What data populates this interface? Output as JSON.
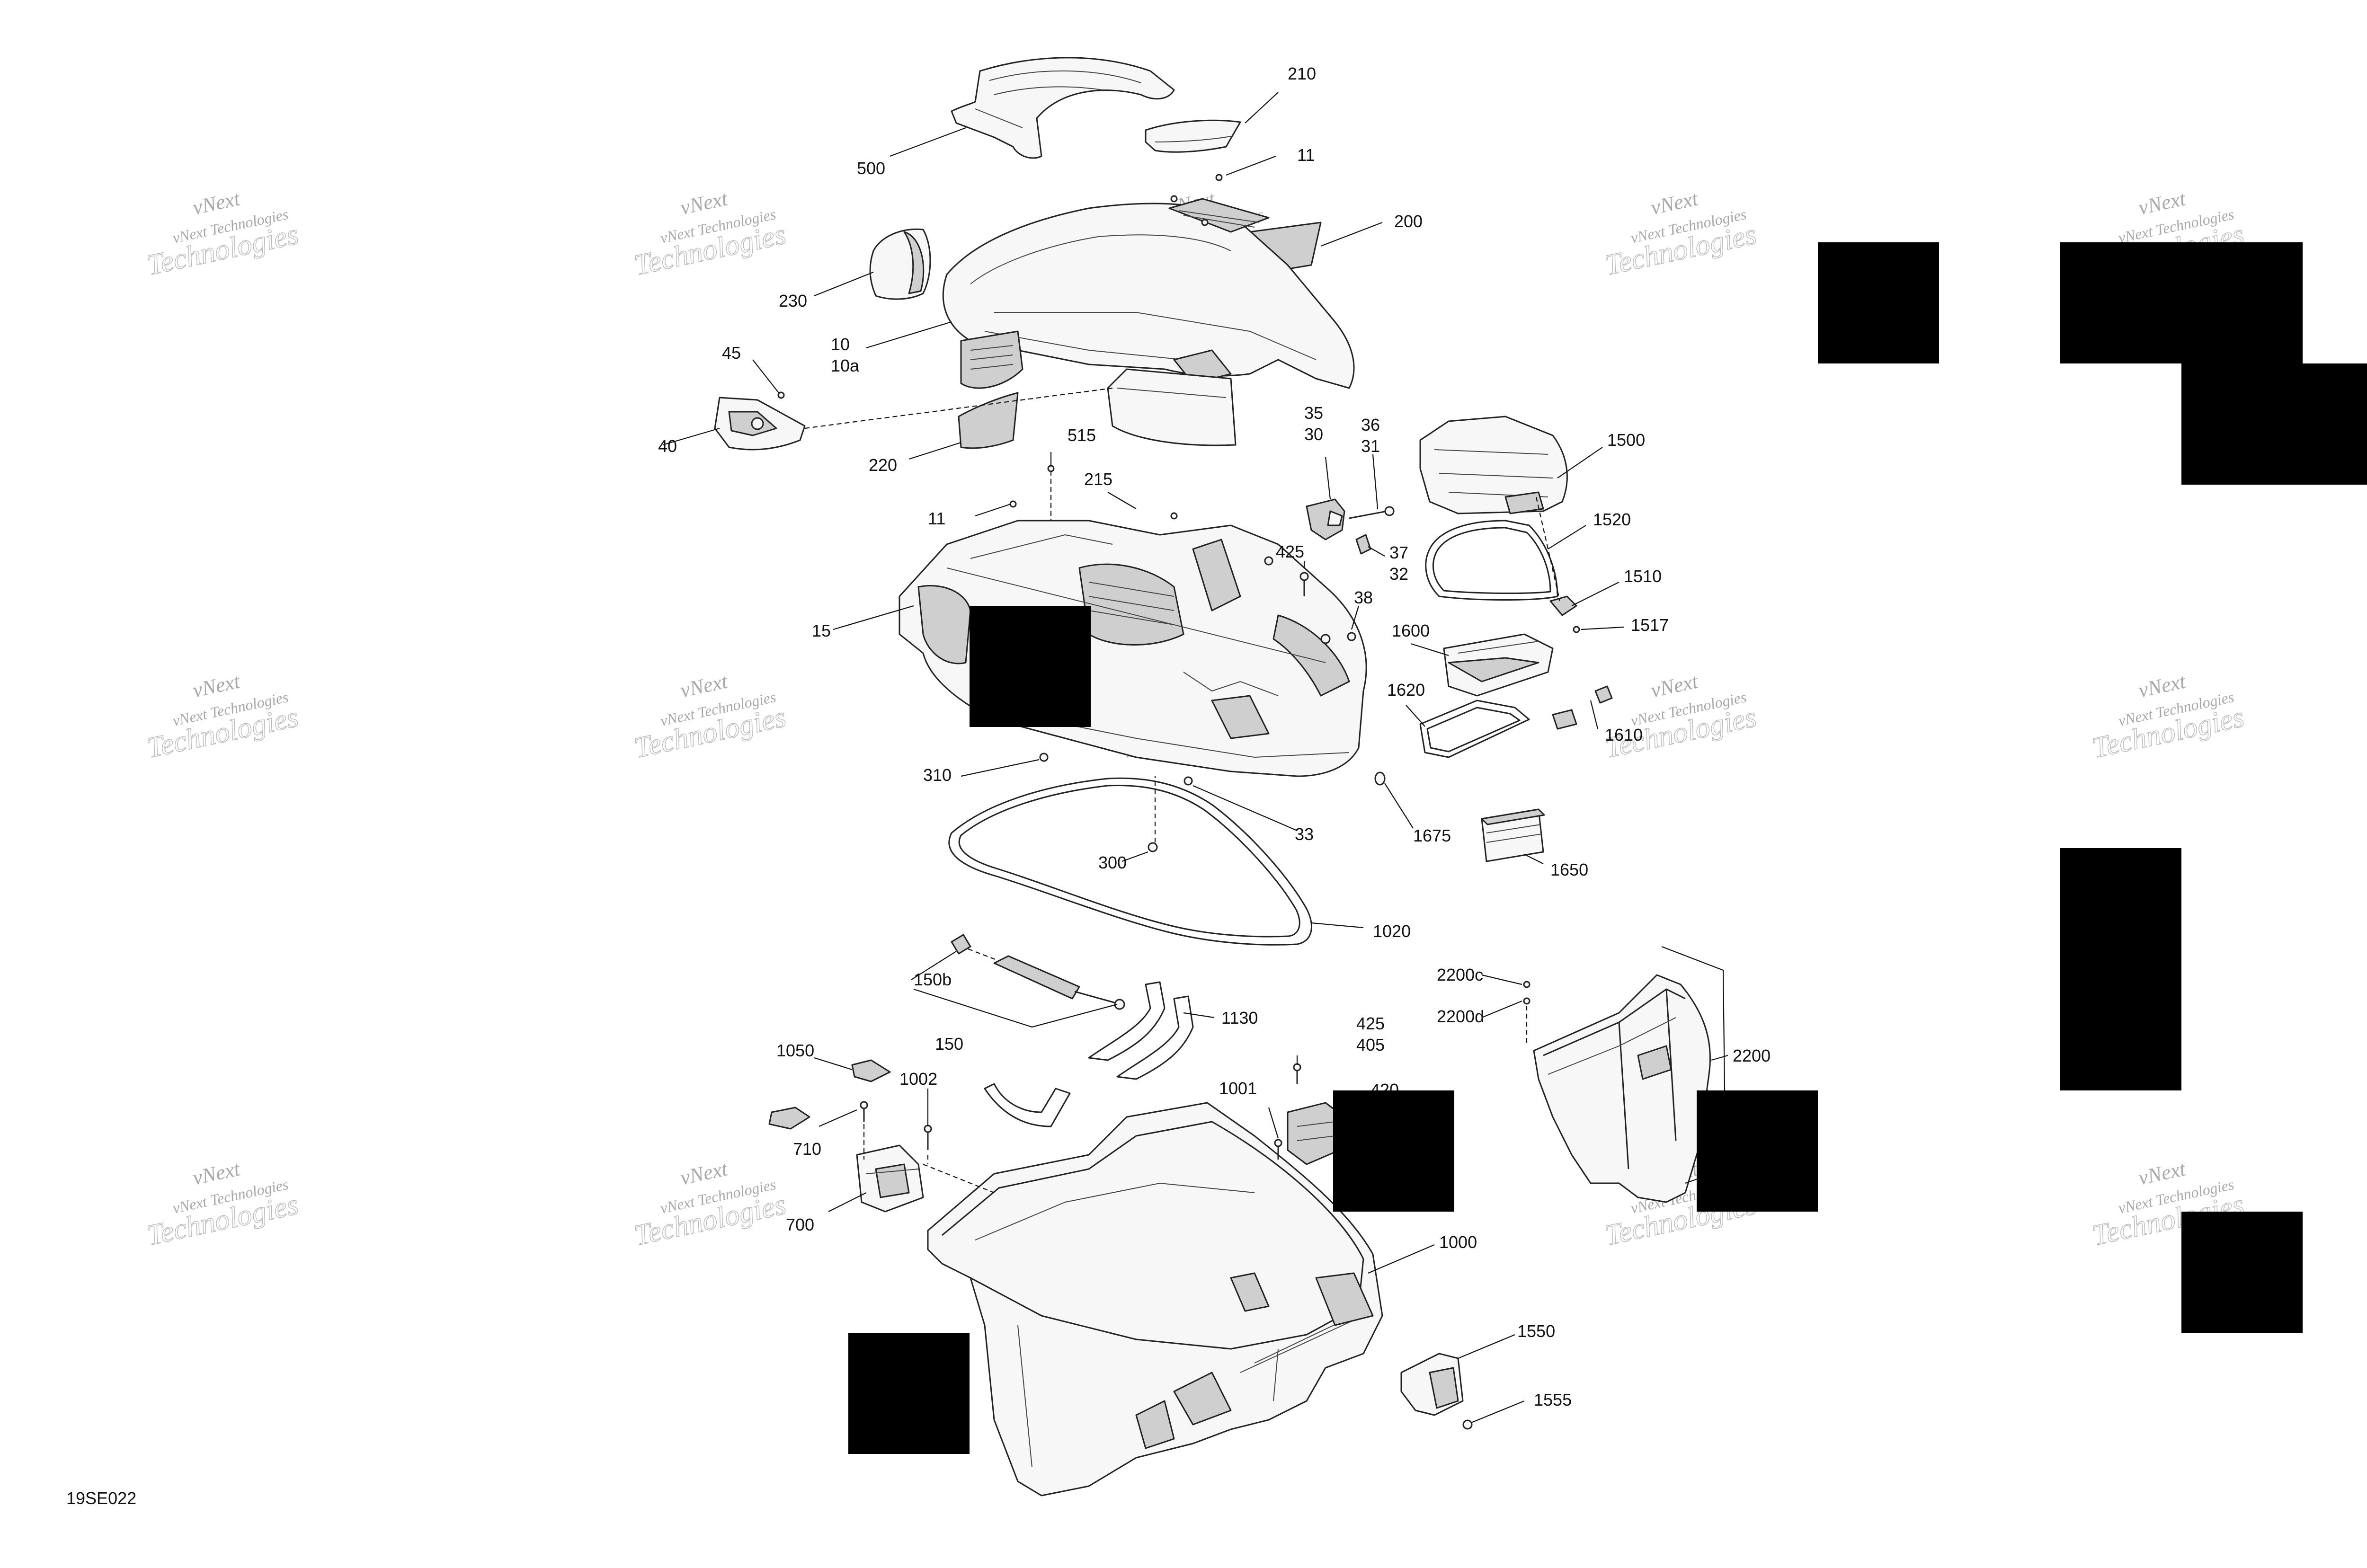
{
  "diagram": {
    "figure_code": "19SE022",
    "watermark": {
      "line1": "vNext",
      "line2": "vNext Technologies",
      "line3": "Technologies"
    },
    "callouts": [
      {
        "id": "500",
        "text": "500"
      },
      {
        "id": "210",
        "text": "210"
      },
      {
        "id": "11a",
        "text": "11"
      },
      {
        "id": "200",
        "text": "200"
      },
      {
        "id": "230",
        "text": "230"
      },
      {
        "id": "10",
        "text": "10"
      },
      {
        "id": "10a",
        "text": "10a"
      },
      {
        "id": "45",
        "text": "45"
      },
      {
        "id": "40",
        "text": "40"
      },
      {
        "id": "220",
        "text": "220"
      },
      {
        "id": "515",
        "text": "515"
      },
      {
        "id": "215",
        "text": "215"
      },
      {
        "id": "11b",
        "text": "11"
      },
      {
        "id": "15",
        "text": "15"
      },
      {
        "id": "35",
        "text": "35"
      },
      {
        "id": "30",
        "text": "30"
      },
      {
        "id": "36",
        "text": "36"
      },
      {
        "id": "31",
        "text": "31"
      },
      {
        "id": "37",
        "text": "37"
      },
      {
        "id": "32",
        "text": "32"
      },
      {
        "id": "425a",
        "text": "425"
      },
      {
        "id": "38",
        "text": "38"
      },
      {
        "id": "1500",
        "text": "1500"
      },
      {
        "id": "1520",
        "text": "1520"
      },
      {
        "id": "1510",
        "text": "1510"
      },
      {
        "id": "1517",
        "text": "1517"
      },
      {
        "id": "1600",
        "text": "1600"
      },
      {
        "id": "1620",
        "text": "1620"
      },
      {
        "id": "1610",
        "text": "1610"
      },
      {
        "id": "310",
        "text": "310"
      },
      {
        "id": "33",
        "text": "33"
      },
      {
        "id": "300",
        "text": "300"
      },
      {
        "id": "1675",
        "text": "1675"
      },
      {
        "id": "1650",
        "text": "1650"
      },
      {
        "id": "1020",
        "text": "1020"
      },
      {
        "id": "150b",
        "text": "150b"
      },
      {
        "id": "150",
        "text": "150"
      },
      {
        "id": "1130",
        "text": "1130"
      },
      {
        "id": "2200c",
        "text": "2200c"
      },
      {
        "id": "2200d",
        "text": "2200d"
      },
      {
        "id": "2200",
        "text": "2200"
      },
      {
        "id": "425b",
        "text": "425"
      },
      {
        "id": "405",
        "text": "405"
      },
      {
        "id": "420",
        "text": "420"
      },
      {
        "id": "1050",
        "text": "1050"
      },
      {
        "id": "1002",
        "text": "1002"
      },
      {
        "id": "1001",
        "text": "1001"
      },
      {
        "id": "710",
        "text": "710"
      },
      {
        "id": "700",
        "text": "700"
      },
      {
        "id": "1000",
        "text": "1000"
      },
      {
        "id": "1550",
        "text": "1550"
      },
      {
        "id": "1555",
        "text": "1555"
      }
    ]
  }
}
